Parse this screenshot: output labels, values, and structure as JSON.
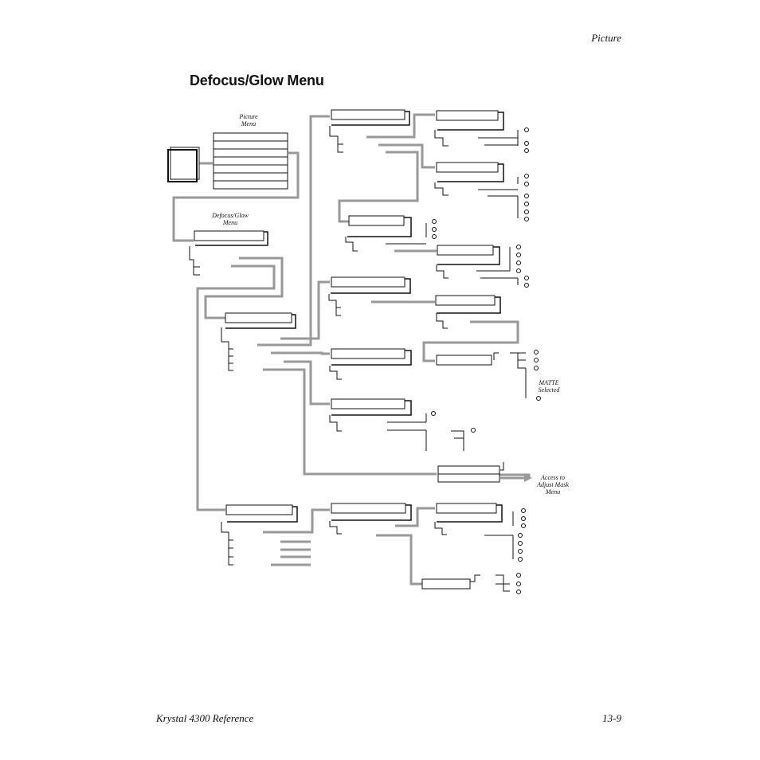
{
  "header": {
    "section": "Picture"
  },
  "page": {
    "title": "Defocus/Glow Menu"
  },
  "footer": {
    "left": "Krystal 4300 Reference",
    "right": "13-9"
  },
  "diagram": {
    "labels": {
      "picture_menu_line1": "Picture",
      "picture_menu_line2": "Menu",
      "defocus_menu_line1": "Defocus/Glow",
      "defocus_menu_line2": "Menu",
      "matte_line1": "MATTE",
      "matte_line2": "Selected",
      "access_line1": "Access to",
      "access_line2": "Adjust Mask",
      "access_line3": "Menu"
    },
    "colors": {
      "connector": "#999999",
      "ink": "#111111"
    }
  }
}
